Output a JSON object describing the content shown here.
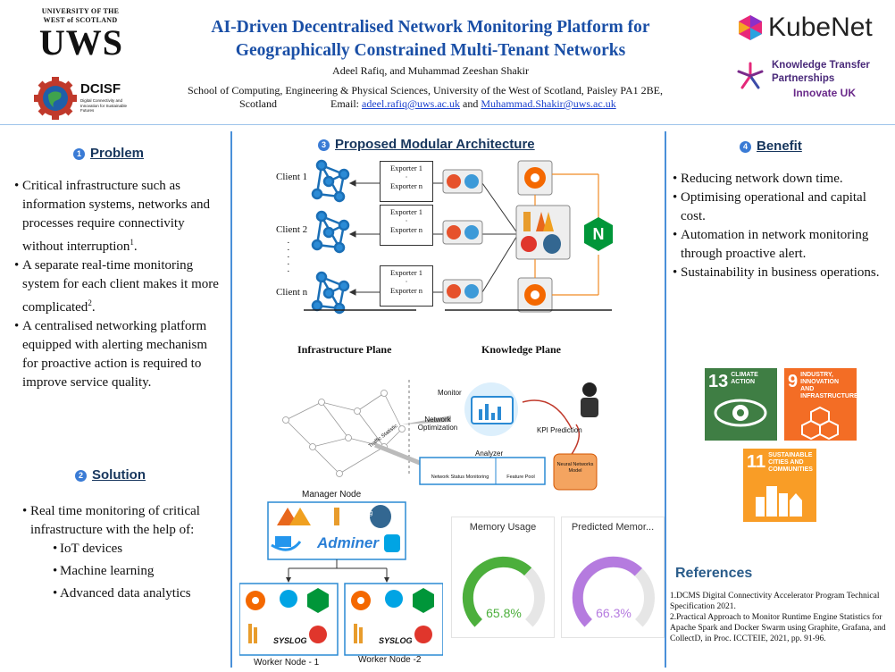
{
  "header": {
    "univ_line": "UNIVERSITY OF THE WEST of SCOTLAND",
    "univ_mark": "UWS",
    "dcisf_name": "DCISF",
    "dcisf_tagline": "Digital Connectivity and Innovation for Sustainable Futures",
    "title_line1": "AI-Driven Decentralised Network Monitoring Platform for",
    "title_line2": "Geographically Constrained Multi-Tenant Networks",
    "authors": "Adeel Rafiq, and Muhammad Zeeshan Shakir",
    "affiliation_line1": "School of Computing, Engineering & Physical Sciences, University of the West of Scotland, Paisley PA1 2BE,",
    "affiliation_country": "Scotland",
    "email_label": "Email:",
    "email1": "adeel.rafiq@uws.ac.uk",
    "email_and": "and",
    "email2": "Muhammad.Shakir@uws.ac.uk",
    "kubenet": "KubeNet",
    "ktp_line1": "Knowledge Transfer",
    "ktp_line2": "Partnerships",
    "ktp_line3": "Innovate UK"
  },
  "problem": {
    "num": "1",
    "heading": "Problem",
    "bullets": [
      "Critical infrastructure such as information systems, networks and processes require connectivity without interruption",
      "A separate real-time monitoring system for each client makes it more complicated",
      "A centralised networking platform equipped with alerting mechanism for proactive action is required to improve service quality."
    ],
    "sup1": "1",
    "sup2": "2"
  },
  "solution": {
    "num": "2",
    "heading": "Solution",
    "intro": "Real time monitoring of critical infrastructure with the help of:",
    "items": [
      "IoT devices",
      "Machine learning",
      "Advanced data analytics"
    ]
  },
  "architecture": {
    "num": "3",
    "heading": "Proposed Modular Architecture",
    "clients": [
      "Client 1",
      "Client 2",
      "Client n"
    ],
    "exporter_top": "Exporter 1",
    "exporter_bottom": "Exporter n",
    "infra_label": "Infrastructure Plane",
    "knowledge_label": "Knowledge Plane",
    "monitor": "Monitor",
    "network_optimization": "Network Optimization",
    "kpi_prediction": "KPI Prediction",
    "traffic_statistic": "Traffic Statistic",
    "analyzer": "Analyzer",
    "network_status": "Network Status Monitoring",
    "feature_pool": "Feature Pool",
    "neural_model": "Neural Networks Model",
    "manager_node": "Manager Node",
    "adminer": "Adminer",
    "worker1": "Worker Node - 1",
    "worker2": "Worker Node -2",
    "syslog": "SYSLOG",
    "memory_usage_title": "Memory Usage",
    "memory_usage_value": "65.8%",
    "memory_usage_level": 0.658,
    "predicted_title": "Predicted Memor...",
    "predicted_value": "66.3%",
    "predicted_level": 0.663
  },
  "benefit": {
    "num": "4",
    "heading": "Benefit",
    "bullets": [
      "Reducing network down time.",
      "Optimising operational and capital cost.",
      "Automation in network monitoring through proactive alert.",
      "Sustainability in business operations."
    ]
  },
  "sdgs": [
    {
      "num": "13",
      "label": "CLIMATE ACTION",
      "color": "#3f7e44"
    },
    {
      "num": "9",
      "label": "INDUSTRY, INNOVATION AND INFRASTRUCTURE",
      "color": "#f36d25"
    },
    {
      "num": "11",
      "label": "SUSTAINABLE CITIES AND COMMUNITIES",
      "color": "#f99d26"
    }
  ],
  "references": {
    "heading": "References",
    "items": [
      "1.DCMS Digital Connectivity Accelerator Program Technical Specification 2021.",
      "2.Practical Approach to Monitor Runtime Engine Statistics for Apache Spark and Docker Swarm using Graphite, Grafana, and CollectD, in Proc. ICCTEIE, 2021, pp. 91-96."
    ]
  },
  "colors": {
    "title_blue": "#1a4fa6",
    "heading_navy": "#17365d",
    "divider_blue": "#4a90d9",
    "gauge_green": "#4caf3c",
    "gauge_purple": "#b57bdf",
    "kubenet_pink": "#e8287a",
    "ktp_purple": "#5a2d82"
  },
  "icons": [
    "uws-crest",
    "dcisf-gear-icon",
    "kubenet-logo-icon",
    "ktp-star-icon",
    "grafana-icon",
    "prometheus-icon",
    "nginx-icon",
    "postgres-icon",
    "docker-icon",
    "elephant-icon"
  ]
}
